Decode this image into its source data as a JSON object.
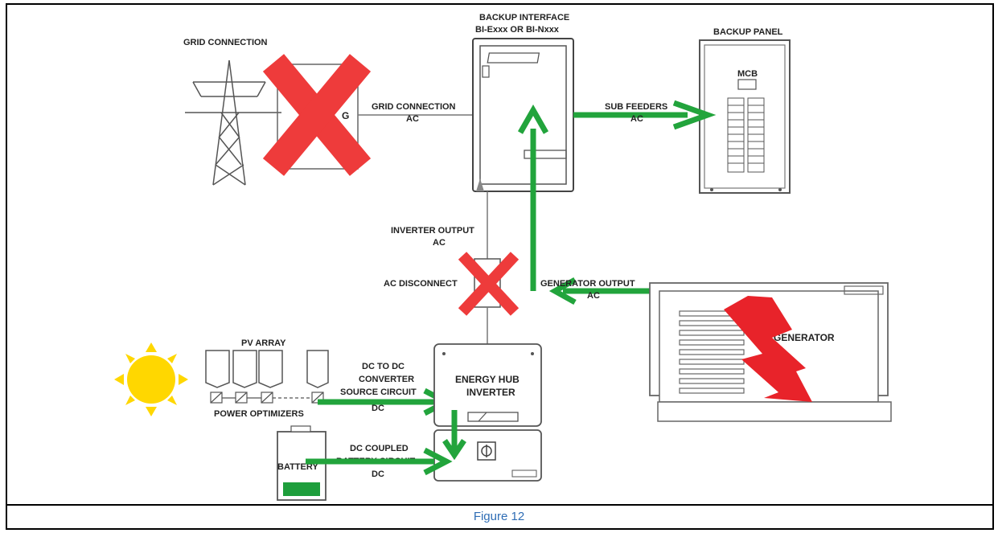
{
  "caption": "Figure 12",
  "labels": {
    "grid_connection_title": "GRID CONNECTION",
    "backup_interface_1": "BACKUP INTERFACE",
    "backup_interface_2": "BI-Exxx OR BI-Nxxx",
    "backup_panel": "BACKUP PANEL",
    "mcb": "MCB",
    "grid_conn_ac_1": "GRID CONNECTION",
    "grid_conn_ac_2": "AC",
    "sub_feeders_1": "SUB FEEDERS",
    "sub_feeders_2": "AC",
    "inverter_output_1": "INVERTER OUTPUT",
    "inverter_output_2": "AC",
    "ac_disconnect": "AC DISCONNECT",
    "generator_output_1": "GENERATOR OUTPUT",
    "generator_output_2": "AC",
    "generator": "GENERATOR",
    "pv_array": "PV ARRAY",
    "power_optimizers": "POWER OPTIMIZERS",
    "dc_to_dc_1": "DC TO DC",
    "dc_to_dc_2": "CONVERTER",
    "dc_to_dc_3": "SOURCE CIRCUIT",
    "dc_to_dc_4": "DC",
    "energy_hub_1": "ENERGY HUB",
    "energy_hub_2": "INVERTER",
    "battery": "BATTERY",
    "dc_coupled_1": "DC COUPLED",
    "dc_coupled_2": "BATTERY CIRCUIT",
    "dc_coupled_3": "DC",
    "meter_letter": "G"
  },
  "colors": {
    "flow_arrow": "#22a43c",
    "blocked_x": "#ee3b3b",
    "lightning": "#e8232a",
    "sun": "#ffd700",
    "battery_level": "#1e9e3c",
    "caption": "#2f6db5"
  }
}
